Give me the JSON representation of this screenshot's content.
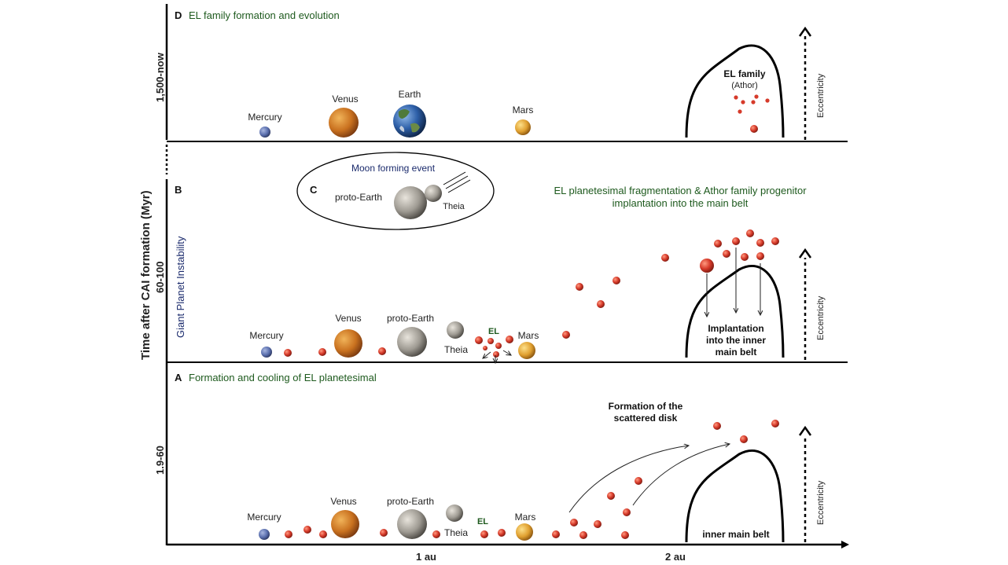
{
  "y_axis": {
    "title": "Time after CAI formation (Myr)",
    "ticks": {
      "D": "1,500-now",
      "B": "60-100",
      "A": "1.9-60"
    },
    "side_label": "Giant Planet Instability"
  },
  "x_axis": {
    "ticks": [
      "1 au",
      "2 au"
    ]
  },
  "panels": {
    "D": {
      "letter": "D",
      "title": "EL family formation and evolution",
      "labels": {
        "mercury": "Mercury",
        "venus": "Venus",
        "earth": "Earth",
        "mars": "Mars"
      },
      "family_title": "EL family",
      "family_subtitle": "(Athor)",
      "eccentricity": "Eccentricity"
    },
    "C": {
      "letter": "C",
      "title": "Moon forming event",
      "proto_earth": "proto-Earth",
      "theia": "Theia"
    },
    "B": {
      "letter": "B",
      "title_line1": "EL planetesimal fragmentation & Athor family progenitor",
      "title_line2": "implantation into the main belt",
      "labels": {
        "mercury": "Mercury",
        "venus": "Venus",
        "proto_earth": "proto-Earth",
        "theia": "Theia",
        "el": "EL",
        "mars": "Mars"
      },
      "implant_line1": "Implantation",
      "implant_line2": "into the inner",
      "implant_line3": "main belt",
      "eccentricity": "Eccentricity"
    },
    "A": {
      "letter": "A",
      "title": "Formation and cooling of EL planetesimal",
      "labels": {
        "mercury": "Mercury",
        "venus": "Venus",
        "proto_earth": "proto-Earth",
        "theia": "Theia",
        "el": "EL",
        "mars": "Mars"
      },
      "scatter_line1": "Formation of the",
      "scatter_line2": "scattered disk",
      "belt_label": "inner main belt",
      "eccentricity": "Eccentricity"
    }
  },
  "colors": {
    "green_title": "#1e5a1e",
    "navy_title": "#1a2a6c",
    "el_planetesimal": "#d63a2a",
    "mercury": "#5a6fae",
    "venus": "#c9711f",
    "mars": "#e0a030",
    "earth_ocean": "#2d5fa8",
    "grey_body": "#9e9a92"
  },
  "icons": [
    "mercury-icon",
    "venus-icon",
    "earth-icon",
    "mars-icon",
    "proto-earth-icon",
    "theia-icon",
    "el-planetesimal-icon"
  ]
}
